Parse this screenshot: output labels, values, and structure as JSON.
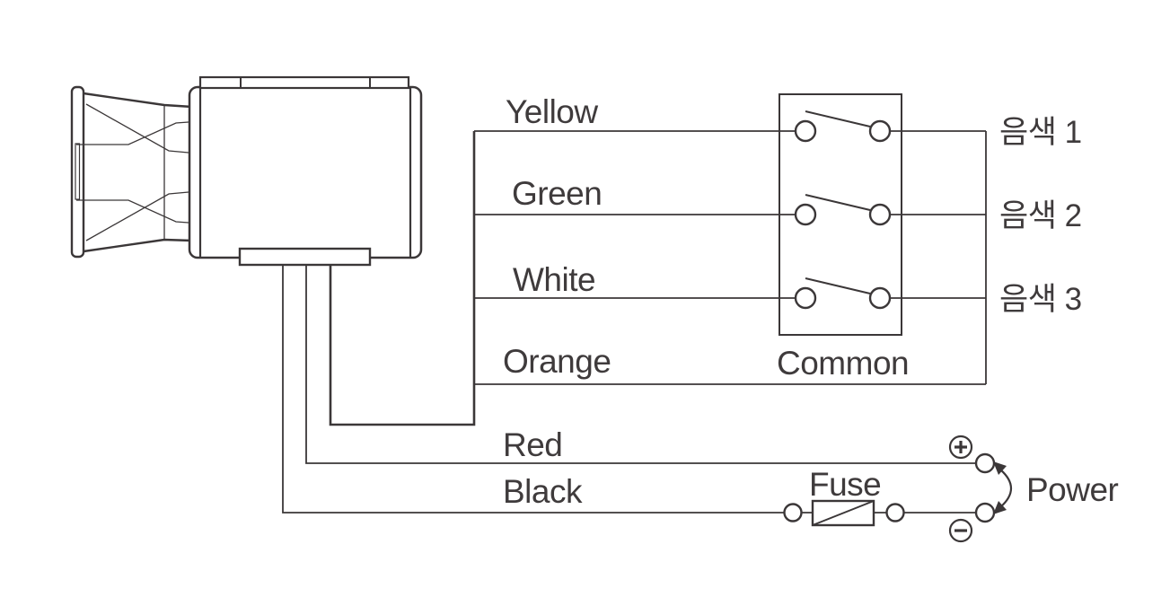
{
  "colors": {
    "line": "#3b3738",
    "text": "#3f3b3c",
    "background": "#ffffff"
  },
  "wire_labels": {
    "yellow": "Yellow",
    "green": "Green",
    "white": "White",
    "orange": "Orange",
    "red": "Red",
    "black": "Black"
  },
  "switch_panel": {
    "common_label": "Common",
    "tone_labels": [
      "음색 1",
      "음색 2",
      "음색 3"
    ]
  },
  "power_section": {
    "fuse_label": "Fuse",
    "power_label": "Power",
    "positive_symbol": "+",
    "negative_symbol": "−"
  }
}
